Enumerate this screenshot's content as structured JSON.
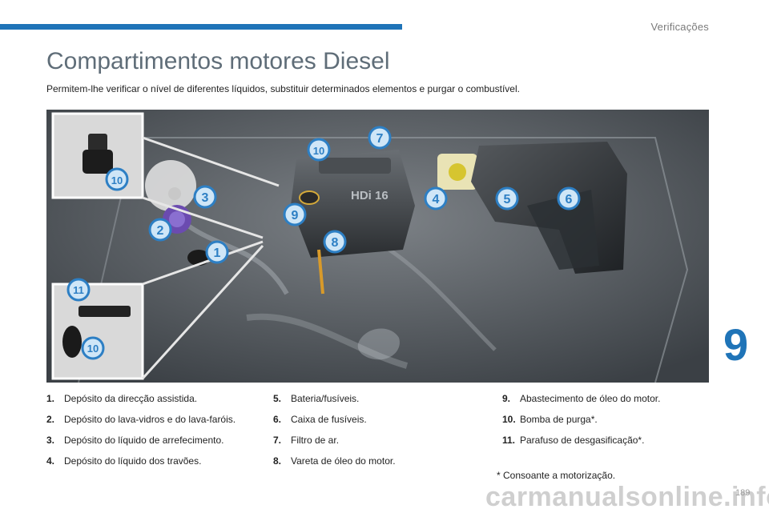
{
  "header": {
    "section": "Verificações"
  },
  "page": {
    "title": "Compartimentos motores Diesel",
    "subtitle": "Permitem-lhe verificar o nível de diferentes líquidos, substituir determinados elementos e purgar o combustível.",
    "chapter_number": "9",
    "page_number": "189",
    "footnote": "* Consoante a motorização.",
    "watermark": "carmanualsonline.info"
  },
  "figure": {
    "engine_badge": "HDi 16",
    "callouts": [
      "1",
      "2",
      "3",
      "4",
      "5",
      "6",
      "7",
      "8",
      "9",
      "10",
      "10",
      "11",
      "10"
    ]
  },
  "legend": {
    "col1": [
      {
        "num": "1.",
        "text": "Depósito da direcção assistida."
      },
      {
        "num": "2.",
        "text": "Depósito do lava-vidros e do lava-faróis."
      },
      {
        "num": "3.",
        "text": "Depósito do líquido de arrefecimento."
      },
      {
        "num": "4.",
        "text": "Depósito do líquido dos travões."
      }
    ],
    "col2": [
      {
        "num": "5.",
        "text": "Bateria/fusíveis."
      },
      {
        "num": "6.",
        "text": "Caixa de fusíveis."
      },
      {
        "num": "7.",
        "text": "Filtro de ar."
      },
      {
        "num": "8.",
        "text": "Vareta de óleo do motor."
      }
    ],
    "col3": [
      {
        "num": "9.",
        "text": "Abastecimento de óleo do motor."
      },
      {
        "num": "10.",
        "text": "Bomba de purga*."
      },
      {
        "num": "11.",
        "text": "Parafuso de desgasificação*."
      }
    ]
  },
  "colors": {
    "accent": "#1f74b8",
    "callout_fill": "#cfe6f7",
    "callout_stroke": "#2d7fc4"
  }
}
